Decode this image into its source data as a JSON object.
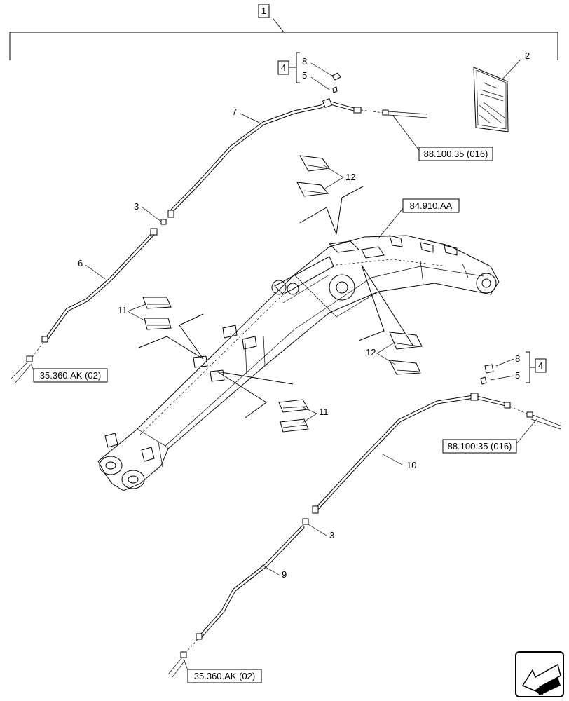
{
  "callouts": {
    "item_1": "1",
    "item_2": "2",
    "item_3_top": "3",
    "item_3_bottom": "3",
    "item_4_top": "4",
    "item_4_bottom": "4",
    "item_5_top": "5",
    "item_5_bottom": "5",
    "item_6": "6",
    "item_7": "7",
    "item_8_top": "8",
    "item_8_bottom": "8",
    "item_9": "9",
    "item_10": "10",
    "item_11_upper": "11",
    "item_11_lower": "11",
    "item_12_upper": "12",
    "item_12_lower": "12"
  },
  "references": {
    "ref_88_top": "88.100.35 (016)",
    "ref_88_bottom": "88.100.35 (016)",
    "ref_84": "84.910.AA",
    "ref_35_top": "35.360.AK (02)",
    "ref_35_bottom": "35.360.AK (02)"
  },
  "icons": {
    "nav": "arrow-left-icon"
  }
}
